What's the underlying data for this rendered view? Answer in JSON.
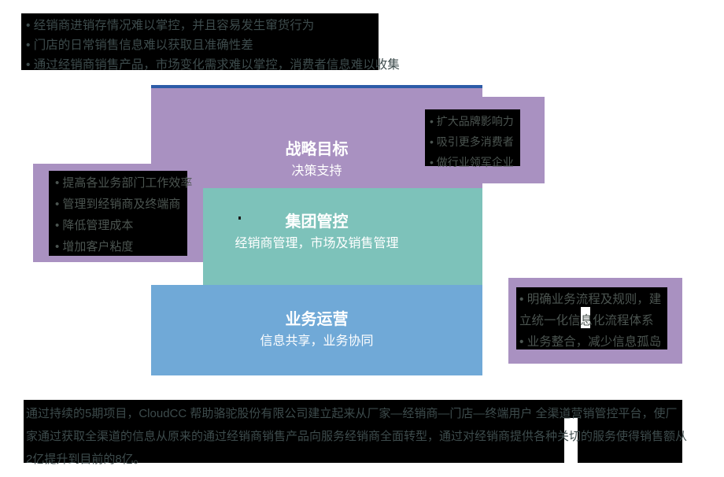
{
  "colors": {
    "purple_panel": "#a991c1",
    "teal_level": "#7dc2ba",
    "blue_level": "#70a9d7",
    "accent_rule": "#2d5ca8",
    "highlight_bg": "#000000",
    "highlight_text": "#3d4b4c",
    "white_text": "#ffffff"
  },
  "top_issues": {
    "items": [
      "• 经销商进销存情况难以掌控，并且容易发生窜货行为",
      "• 门店的日常销售信息难以获取且准确性差",
      "• 通过经销商销售产品，市场变化需求难以掌控，消费者信息难以收集"
    ]
  },
  "pyramid": {
    "levels": [
      {
        "title": "战略目标",
        "subtitle": "决策支持"
      },
      {
        "title": "集团管控",
        "subtitle": "经销商管理，市场及销售管理"
      },
      {
        "title": "业务运营",
        "subtitle": "信息共享，业务协同"
      }
    ]
  },
  "strategic_goals": {
    "items": [
      "• 扩大品牌影响力",
      "• 吸引更多消费者",
      "• 做行业领军企业"
    ]
  },
  "benefits": {
    "items": [
      "• 提高各业务部门工作效率",
      "• 管理到经销商及终端商",
      "• 降低管理成本",
      "• 增加客户粘度"
    ]
  },
  "process": {
    "lines": [
      "• 明确业务流程及规则，建",
      "立统一化信息化流程体系",
      "• 业务整合，减少信息孤岛"
    ]
  },
  "summary": {
    "lines": [
      "通过持续的5期项目，CloudCC 帮助骆驼股份有限公司建立起来从厂家—经销商—门店—终端用户 全渠道营销管控平台，使厂",
      "家通过获取全渠道的信息从原来的通过经销商销售产品向服务经销商全面转型，通过对经销商提供各种关切的服务使得销售额从",
      "2亿提升到目前的8亿。"
    ]
  }
}
